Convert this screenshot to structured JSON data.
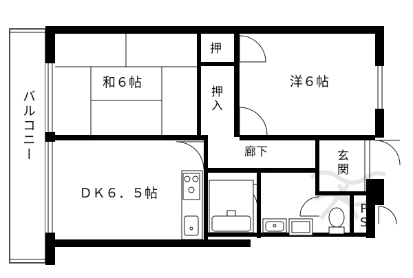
{
  "rooms": {
    "washitsu": "和６帖",
    "yoshitsu": "洋６帖",
    "dk": "ＤＫ６．５帖",
    "oshi_top": "押",
    "oshi_mid_1": "押",
    "oshi_mid_2": "入",
    "rouka": "廊下",
    "genkan_1": "玄",
    "genkan_2": "関",
    "ps_1": "P",
    "ps_2": "S",
    "balcony": "バルコニー"
  },
  "colors": {
    "wall": "#000000",
    "line": "#111111",
    "watermark": "#e6e6e6"
  }
}
